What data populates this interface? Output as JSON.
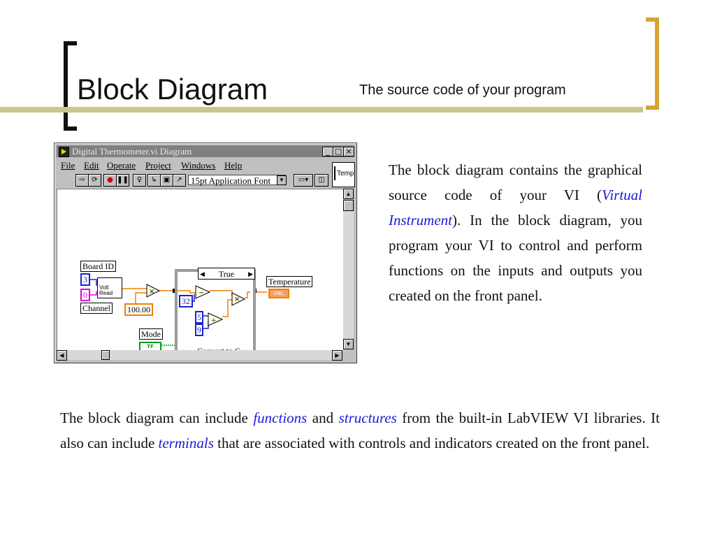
{
  "slide": {
    "title": "Block Diagram",
    "subtitle": "The source code of your program",
    "accent_color": "#c8c88a",
    "bracket_left_color": "#111111",
    "bracket_right_color": "#d8a430"
  },
  "window": {
    "title": "Digital Thermometer.vi Diagram",
    "buttons": [
      "_",
      "□",
      "×"
    ],
    "menu": [
      "File",
      "Edit",
      "Operate",
      "Project",
      "Windows",
      "Help"
    ],
    "font_select": "15pt Application Font",
    "toolbar_icons": [
      "run-arrow-icon",
      "run-continuous-icon",
      "abort-icon",
      "pause-icon",
      "highlight-bulb-icon",
      "step-into-icon",
      "step-over-icon",
      "step-out-icon",
      "align-icon",
      "distribute-icon"
    ],
    "vi_icon_label": "Temp"
  },
  "diagram": {
    "board_id_label": "Board ID",
    "board_id_value": "3",
    "channel_value": "0",
    "channel_label": "Channel",
    "volt_read_label": "Volt Read",
    "multiplier_value": "100.00",
    "mode_label": "Mode",
    "mode_terminal": "TF",
    "case_selector": "True",
    "const_32": "32",
    "const_5": "5",
    "const_9": "9",
    "case_label": "Convert to C",
    "temperature_label": "Temperature",
    "dbl_terminal": "DBL"
  },
  "text": {
    "right_1": "The block diagram contains the graphical source code of your VI (",
    "right_italic": "Virtual Instrument",
    "right_2": "). In the block diagram, you program your VI to control and perform functions on the inputs and outputs you created on the front panel.",
    "bottom_1": "The block diagram can include ",
    "bottom_kw1": "functions",
    "bottom_2": " and ",
    "bottom_kw2": "structures",
    "bottom_3": " from the built-in LabVIEW VI libraries. It also can include ",
    "bottom_kw3": "terminals",
    "bottom_4": " that are associated with controls and indicators created on the front panel."
  }
}
